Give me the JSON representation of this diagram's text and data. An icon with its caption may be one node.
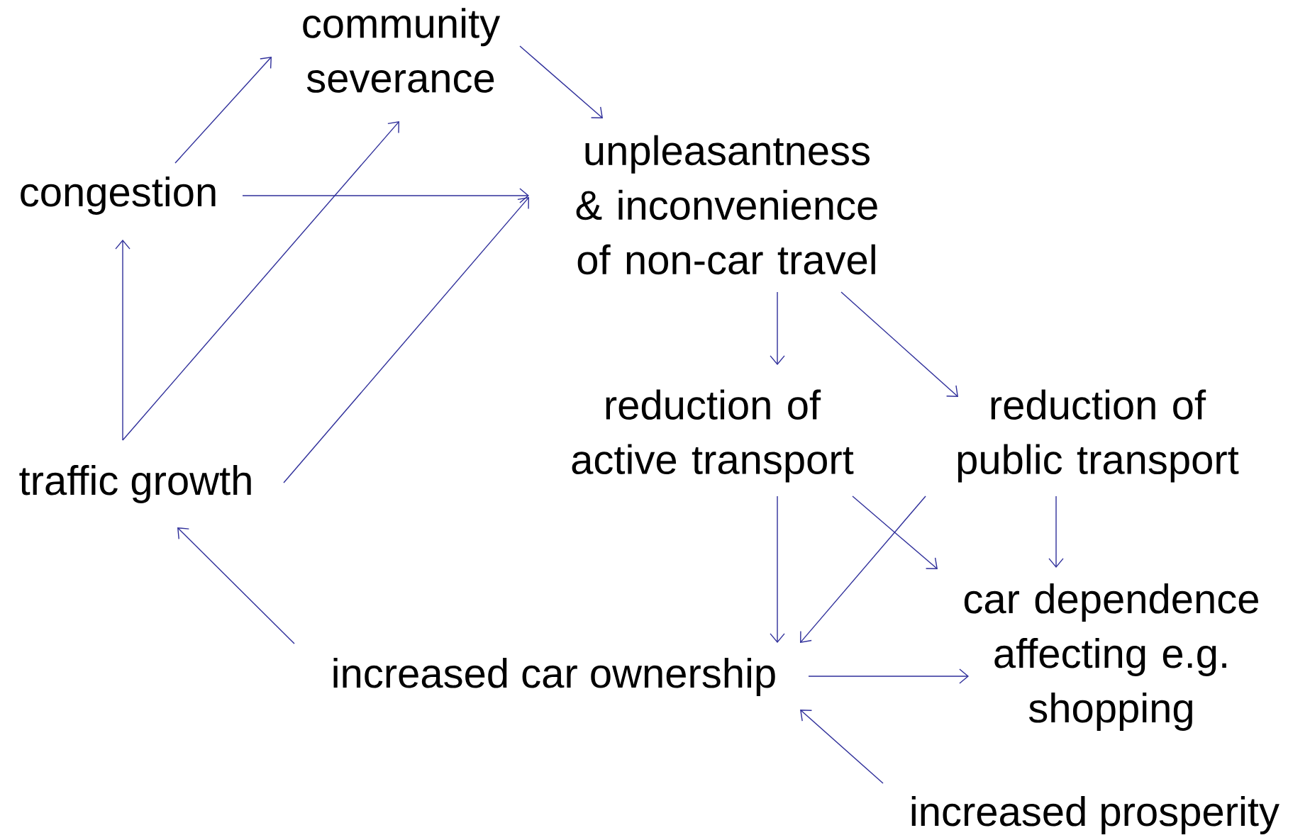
{
  "diagram": {
    "nodes": [
      {
        "text": [
          "community severance"
        ]
      },
      {
        "text": [
          "congestion"
        ]
      },
      {
        "text": [
          "unpleasantness & inconvenience of non-car travel"
        ]
      },
      {
        "text": [
          "reduction of active transport"
        ]
      },
      {
        "text": [
          "reduction of public transport"
        ]
      },
      {
        "text": [
          "traffic growth"
        ]
      },
      {
        "text": [
          "car dependence affecting e.g. shopping"
        ]
      },
      {
        "text": [
          "increased car ownership"
        ]
      },
      {
        "text": [
          "increased prosperity"
        ]
      }
    ],
    "edges": [
      {
        "from": 1,
        "to": 0,
        "arrow": "to"
      },
      {
        "from": 0,
        "to": 2,
        "arrow": "to"
      },
      {
        "from": 1,
        "to": 2,
        "arrow": "to"
      },
      {
        "from": 5,
        "to": 1,
        "arrow": "to"
      },
      {
        "from": 5,
        "to": 0,
        "arrow": "to"
      },
      {
        "from": 5,
        "to": 2,
        "arrow": "to"
      },
      {
        "from": 2,
        "to": 3,
        "arrow": "to"
      },
      {
        "from": 2,
        "to": 4,
        "arrow": "to"
      },
      {
        "from": 3,
        "to": 7,
        "arrow": "to"
      },
      {
        "from": 3,
        "to": 6,
        "arrow": "to"
      },
      {
        "from": 4,
        "to": 7,
        "arrow": "to"
      },
      {
        "from": 4,
        "to": 6,
        "arrow": "to"
      },
      {
        "from": 7,
        "to": 5,
        "arrow": "to"
      },
      {
        "from": 7,
        "to": 6,
        "arrow": "to"
      },
      {
        "from": 8,
        "to": 7,
        "arrow": "to"
      }
    ]
  }
}
